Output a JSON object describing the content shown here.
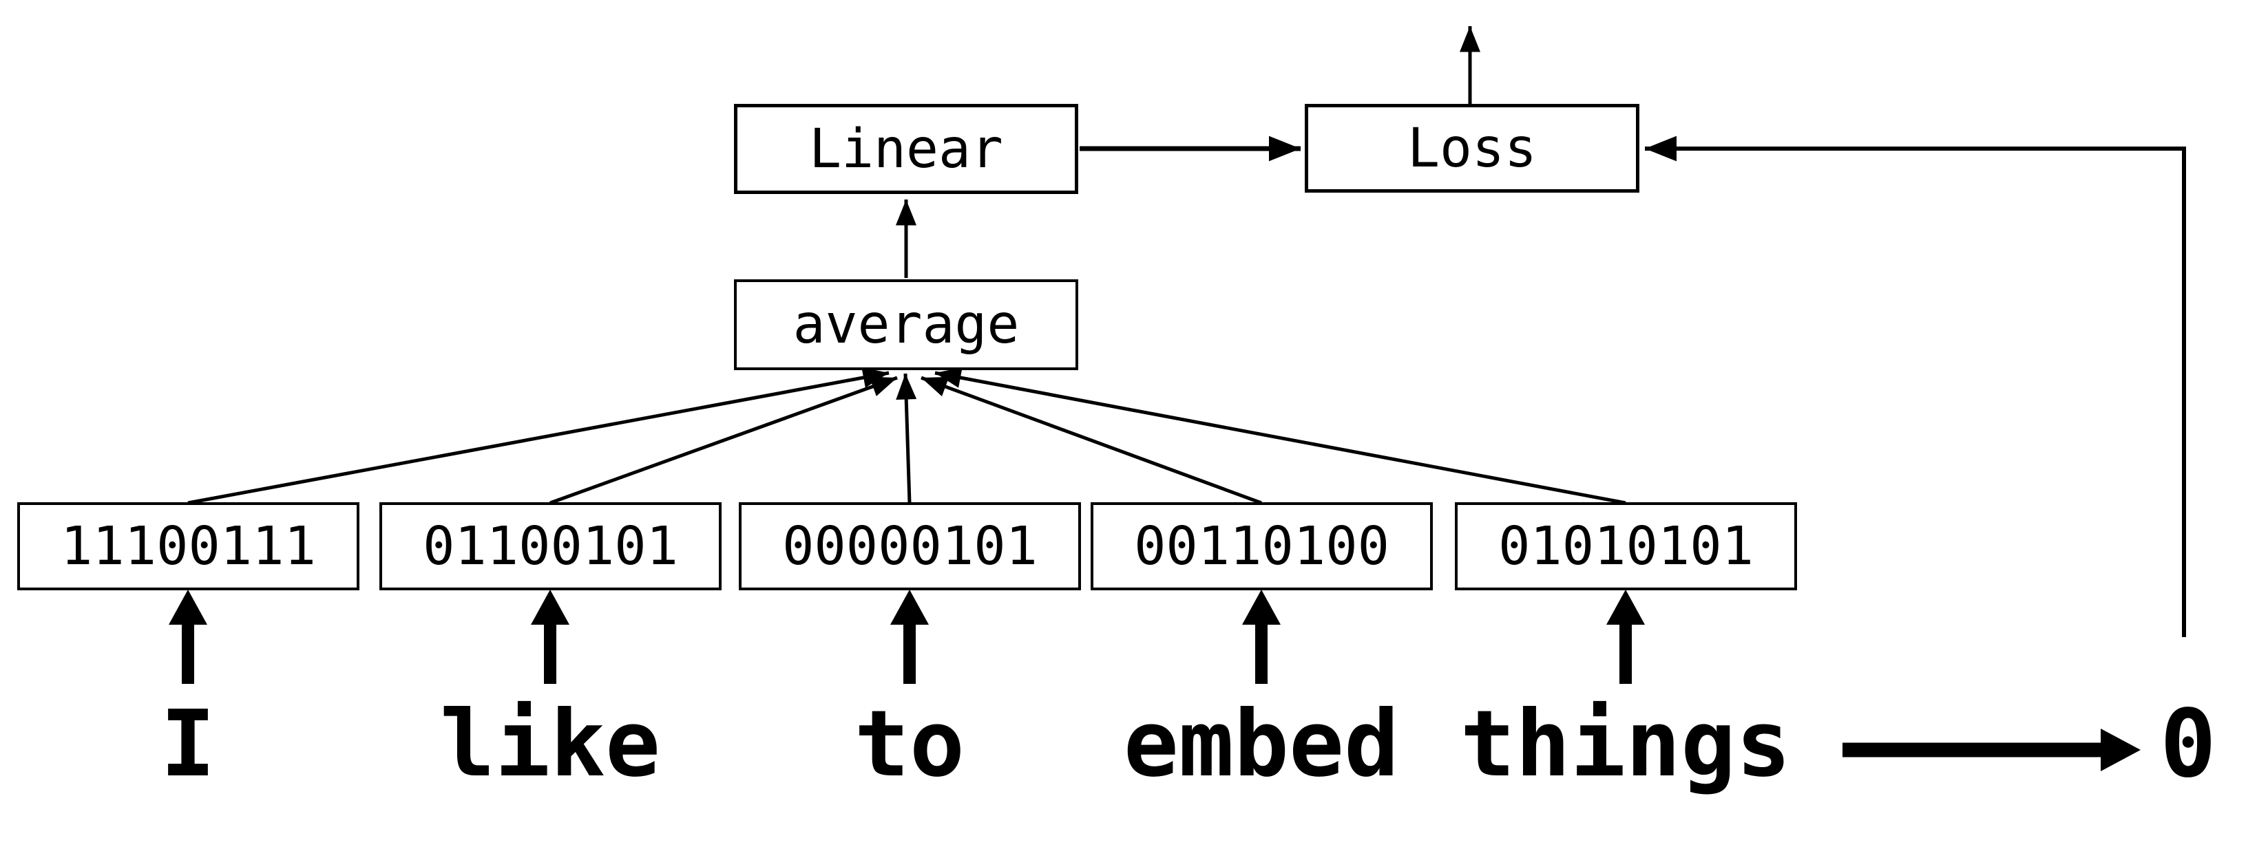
{
  "diagram": {
    "linear_label": "Linear",
    "loss_label": "Loss",
    "average_label": "average",
    "embeddings": [
      "11100111",
      "01100101",
      "00000101",
      "00110100",
      "01010101"
    ],
    "words": [
      "I",
      "like",
      "to",
      "embed",
      "things"
    ],
    "target_label": "0",
    "colors": {
      "ink": "#000000",
      "background": "#ffffff"
    }
  }
}
